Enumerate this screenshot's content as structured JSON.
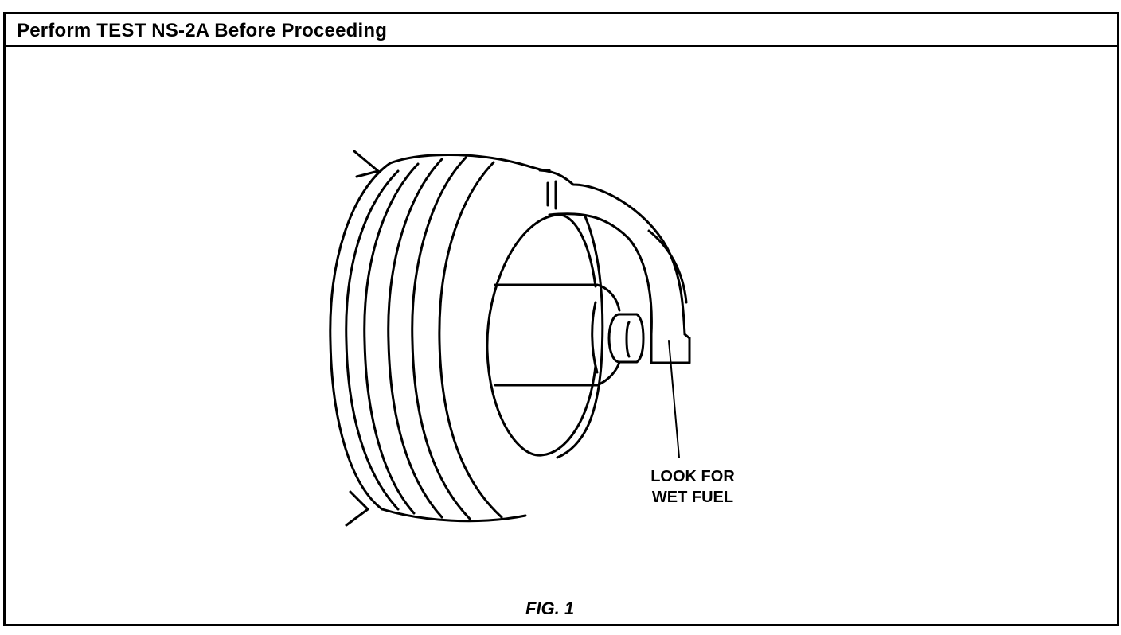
{
  "header": {
    "title": "Perform TEST NS-2A Before Proceeding"
  },
  "figure": {
    "callout_line1": "LOOK FOR",
    "callout_line2": "WET FUEL",
    "caption": "FIG. 1"
  }
}
